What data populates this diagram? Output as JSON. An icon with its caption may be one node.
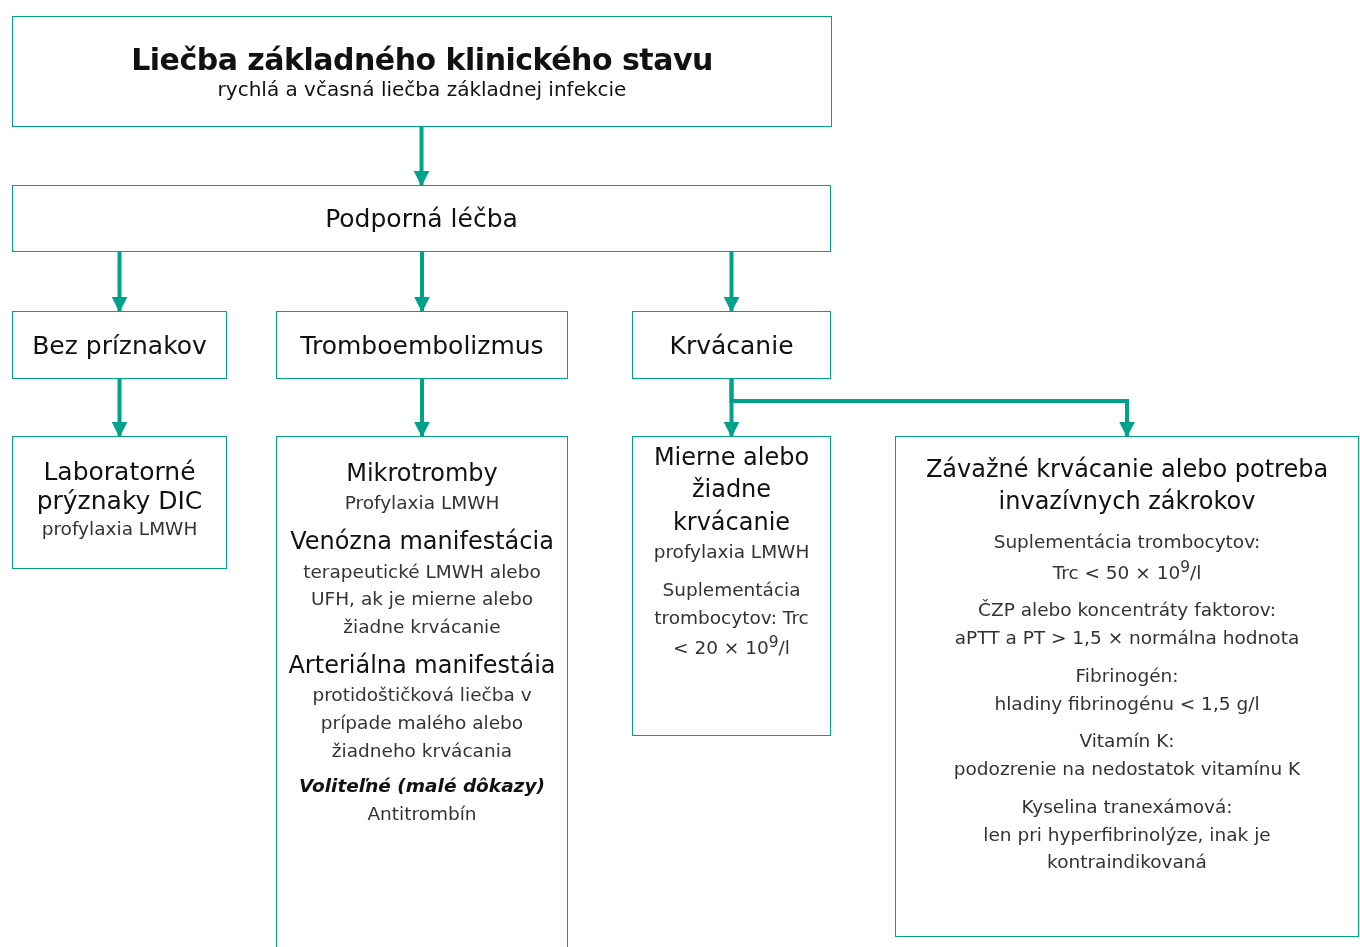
{
  "diagram": {
    "nodes": [
      {
        "text": [
          "Liečba základného klinického stavu",
          "rychlá a včasná liečba základnej infekcie"
        ]
      },
      {
        "text": [
          "Podporná léčba"
        ]
      },
      {
        "text": [
          "Bez príznakov"
        ]
      },
      {
        "text": [
          "Tromboembolizmus"
        ]
      },
      {
        "text": [
          "Krvácanie"
        ]
      },
      {
        "text": [
          "Laboratorné prýznaky DIC",
          "profylaxia LMWH"
        ]
      },
      {
        "text": [
          "Mikrotromby",
          "Profylaxia LMWH",
          "Venózna manifestácia",
          "terapeutické LMWH alebo UFH, ak je mierne alebo žiadne krvácanie",
          "Arteriálna manifestáia",
          "protidoštičková liečba v prípade malého alebo žiadneho krvácania",
          "Voliteľné (malé dôkazy)",
          "Antitrombín"
        ]
      },
      {
        "text": [
          "Mierne alebo žiadne krvácanie",
          "profylaxia LMWH",
          "Suplementácia trombocytov: Trc < 20 × 10$^{9}$/l"
        ]
      },
      {
        "text": [
          "Závažné krvácanie alebo potreba invazívnych zákrokov",
          "Suplementácia trombocytov:",
          "Trc < 50 × 10$^{9}$/l",
          "ČZP alebo koncentráty faktorov:",
          "aPTT a PT > 1,5 × normálna hodnota",
          "Fibrinogén:",
          "hladiny fibrinogénu < 1,5 g/l",
          "Vitamín K:",
          "podozrenie na nedostatok vitamínu K",
          "Kyselina tranexámová:",
          "len pri hyperfibrinolýze, inak je kontraindikovaná"
        ]
      }
    ],
    "edges": [
      {
        "from": 0,
        "to": 1,
        "arrow": "to"
      },
      {
        "from": 1,
        "to": 2,
        "arrow": "to"
      },
      {
        "from": 1,
        "to": 3,
        "arrow": "to"
      },
      {
        "from": 1,
        "to": 4,
        "arrow": "to"
      },
      {
        "from": 2,
        "to": 5,
        "arrow": "to"
      },
      {
        "from": 3,
        "to": 6,
        "arrow": "to"
      },
      {
        "from": 4,
        "to": 7,
        "arrow": "to"
      },
      {
        "from": 4,
        "to": 8,
        "arrow": "to"
      }
    ]
  }
}
